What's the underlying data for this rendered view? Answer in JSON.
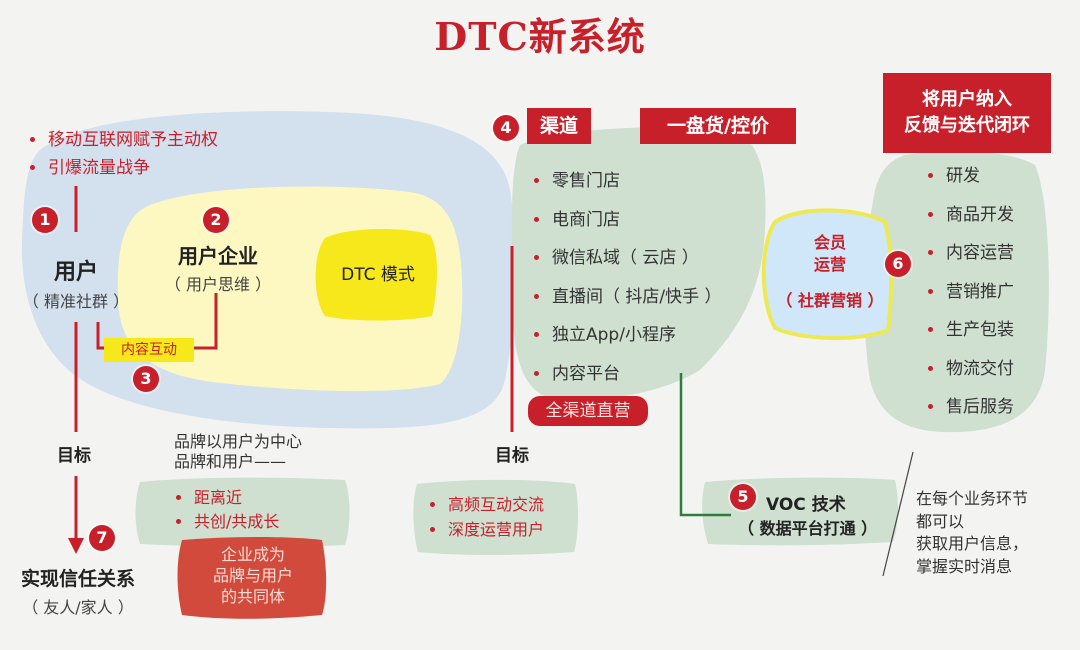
{
  "title": "DTC新系统",
  "colors": {
    "accent_red": "#c8202b",
    "blob_blue": "#d3e0ee",
    "blob_yellow": "#fdf7c2",
    "dtc_yellow": "#f7e81b",
    "blob_green": "#cfdfd0",
    "member_blue": "#cfe7f8",
    "line_green": "#2f7d3a",
    "community_red": "#d24a3c"
  },
  "intro_bullets": [
    "移动互联网赋予主动权",
    "引爆流量战争"
  ],
  "step1": {
    "badge": "1",
    "title": "用户",
    "subtitle": "（ 精准社群 ）"
  },
  "step2": {
    "badge": "2",
    "title": "用户企业",
    "subtitle": "（ 用户思维 ）"
  },
  "dtc_mode": "DTC 模式",
  "step3": {
    "badge": "3",
    "label": "内容互动"
  },
  "goal_label_left": "目标",
  "brand_text": [
    "品牌以用户为中心",
    "品牌和用户——"
  ],
  "brand_bullets": [
    "距离近",
    "共创/共成长"
  ],
  "community_box": [
    "企业成为",
    "品牌与用户",
    "的共同体"
  ],
  "step7": {
    "badge": "7",
    "title": "实现信任关系",
    "subtitle": "（ 友人/家人 ）"
  },
  "step4": {
    "badge": "4",
    "label": "渠道",
    "price_label": "一盘货/控价"
  },
  "channels": [
    "零售门店",
    "电商门店",
    "微信私域（ 云店 ）",
    "直播间（ 抖店/快手 ）",
    "独立App/小程序",
    "内容平台"
  ],
  "channels_pill": "全渠道直营",
  "goal_label_mid": "目标",
  "mid_goal_bullets": [
    "高频互动交流",
    "深度运营用户"
  ],
  "step5": {
    "badge": "5",
    "title": "VOC 技术",
    "subtitle": "（ 数据平台打通 ）"
  },
  "voc_note": [
    "在每个业务环节",
    "都可以",
    "获取用户信息，",
    "掌握实时消息"
  ],
  "member": {
    "title1": "会员",
    "title2": "运营",
    "subtitle": "（ 社群营销 ）"
  },
  "step6": {
    "badge": "6"
  },
  "loop_header": [
    "将用户纳入",
    "反馈与迭代闭环"
  ],
  "loop_items": [
    "研发",
    "商品开发",
    "内容运营",
    "营销推广",
    "生产包装",
    "物流交付",
    "售后服务"
  ]
}
